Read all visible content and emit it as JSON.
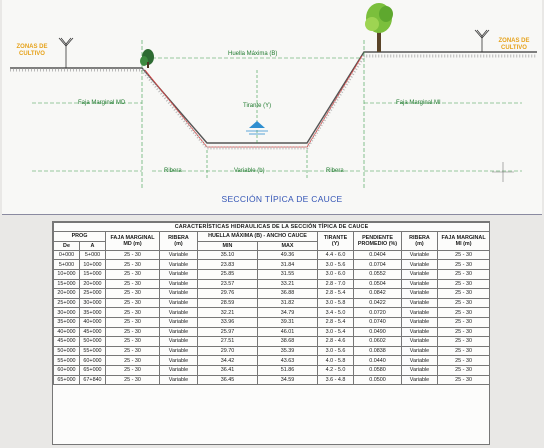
{
  "drawing": {
    "title": "SECCIÓN TÍPICA DE CAUCE",
    "zone_left": [
      "ZONAS DE",
      "CULTIVO"
    ],
    "zone_right": [
      "ZONAS DE",
      "CULTIVO"
    ],
    "huella_maxima": "Huella Máxima (B)",
    "faja_md": "Faja Marginal MD",
    "faja_mi": "Faja Marginal MI",
    "tirante": "Tirante (Y)",
    "ribera_left": "Ribera",
    "ribera_right": "Ribera",
    "variable": "Variable (b)"
  },
  "table": {
    "title": "CARACTERÍSTICAS HIDRAULICAS DE LA SECCIÓN TÍPICA DE CAUCE",
    "headers": {
      "prog": "PROG",
      "de": "De",
      "a": "A",
      "faja_md_1": "FAJA MARGINAL",
      "faja_md_2": "MD (m)",
      "ribera_1": "RIBERA",
      "ribera_2": "(m)",
      "huella": "HUELLA MÁXIMA (B) - ANCHO CAUCE",
      "min": "MIN",
      "max": "MAX",
      "tirante_1": "TIRANTE",
      "tirante_2": "(Y)",
      "pend_1": "PENDIENTE",
      "pend_2": "PROMEDIO (%)",
      "ribera2_1": "RIBERA",
      "ribera2_2": "(m)",
      "faja_mi_1": "FAJA MARGINAL",
      "faja_mi_2": "MI (m)"
    },
    "rows": [
      [
        "0+000",
        "5+000",
        "25 - 30",
        "Variable",
        "35.10",
        "49.36",
        "4.4 - 6.0",
        "0.0404",
        "Variable",
        "25 - 30"
      ],
      [
        "5+000",
        "10+000",
        "25 - 30",
        "Variable",
        "23.83",
        "31.84",
        "3.0 - 5.6",
        "0.0704",
        "Variable",
        "25 - 30"
      ],
      [
        "10+000",
        "15+000",
        "25 - 30",
        "Variable",
        "25.85",
        "31.55",
        "3.0 - 6.0",
        "0.0552",
        "Variable",
        "25 - 30"
      ],
      [
        "15+000",
        "20+000",
        "25 - 30",
        "Variable",
        "23.57",
        "33.21",
        "2.8 - 7.0",
        "0.0504",
        "Variable",
        "25 - 30"
      ],
      [
        "20+000",
        "25+000",
        "25 - 30",
        "Variable",
        "29.76",
        "36.88",
        "2.8 - 5.4",
        "0.0842",
        "Variable",
        "25 - 30"
      ],
      [
        "25+000",
        "30+000",
        "25 - 30",
        "Variable",
        "28.59",
        "31.82",
        "3.0 - 5.8",
        "0.0422",
        "Variable",
        "25 - 30"
      ],
      [
        "30+000",
        "35+000",
        "25 - 30",
        "Variable",
        "32.21",
        "34.79",
        "3.4 - 5.0",
        "0.0720",
        "Variable",
        "25 - 30"
      ],
      [
        "35+000",
        "40+000",
        "25 - 30",
        "Variable",
        "33.96",
        "39.31",
        "2.8 - 5.4",
        "0.0740",
        "Variable",
        "25 - 30"
      ],
      [
        "40+000",
        "45+000",
        "25 - 30",
        "Variable",
        "25.97",
        "46.01",
        "3.0 - 5.4",
        "0.0490",
        "Variable",
        "25 - 30"
      ],
      [
        "45+000",
        "50+000",
        "25 - 30",
        "Variable",
        "27.51",
        "38.68",
        "2.8 - 4.6",
        "0.0602",
        "Variable",
        "25 - 30"
      ],
      [
        "50+000",
        "55+000",
        "25 - 30",
        "Variable",
        "29.70",
        "35.39",
        "3.0 - 5.6",
        "0.0838",
        "Variable",
        "25 - 30"
      ],
      [
        "55+000",
        "60+000",
        "25 - 30",
        "Variable",
        "34.42",
        "43.63",
        "4.0 - 5.8",
        "0.0440",
        "Variable",
        "25 - 30"
      ],
      [
        "60+000",
        "65+000",
        "25 - 30",
        "Variable",
        "36.41",
        "51.86",
        "4.2 - 5.0",
        "0.0580",
        "Variable",
        "25 - 30"
      ],
      [
        "65+000",
        "67+840",
        "25 - 30",
        "Variable",
        "36.45",
        "34.59",
        "3.6 - 4.8",
        "0.0500",
        "Variable",
        "25 - 30"
      ]
    ]
  }
}
